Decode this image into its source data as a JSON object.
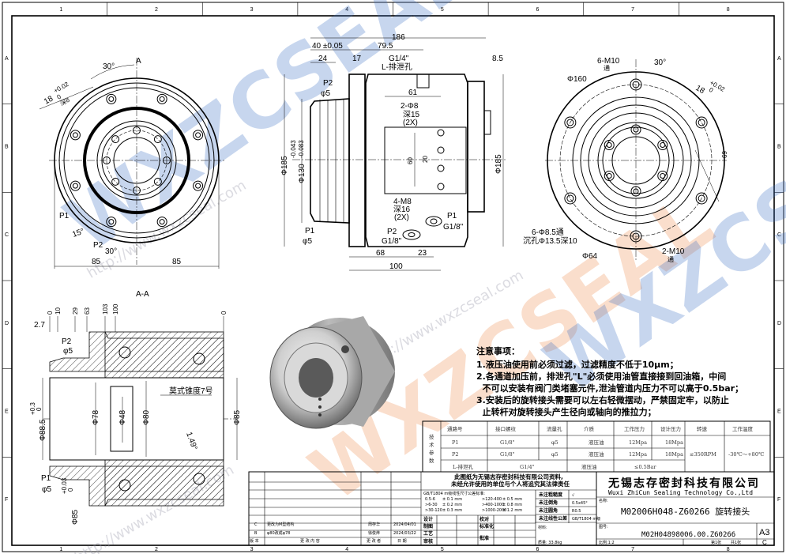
{
  "frame": {
    "column_labels": [
      "1",
      "2",
      "3",
      "4",
      "5",
      "6",
      "7",
      "8"
    ],
    "row_labels": [
      "A",
      "B",
      "C",
      "D",
      "E",
      "F"
    ]
  },
  "watermark": {
    "brand": "WXZCSEAL",
    "url": "http://www.wxzcseal.com",
    "colors": {
      "blue": "#3a6fc4",
      "orange": "#f08a4b"
    }
  },
  "front_view": {
    "section_mark": "A",
    "angle_top": "30°",
    "keyway_width": "18",
    "keyway_tol_upper": "+0.02",
    "keyway_tol_lower": "0",
    "keyway_depth": "深8",
    "port_p1": "P1",
    "port_p2": "P2",
    "angle_15": "15°",
    "angle_30_bottom": "30°",
    "half_width_left": "85",
    "half_width_right": "85"
  },
  "side_view": {
    "overall_length": "186",
    "spigot_len": "40 ±0.05",
    "to_drain": "79.5",
    "groove_w": "24",
    "flange_w": "17",
    "drain_thread": "G1/4\"",
    "drain_label": "L-排泄孔",
    "right_w": "8.5",
    "p2_label": "P2",
    "p2_dia": "φ5",
    "p1_label": "P1",
    "p1_dia": "φ5",
    "dia_left": "Φ185",
    "spigot_dia": "Φ130",
    "spigot_tol_upper": "-0.043",
    "spigot_tol_lower": "-0.083",
    "dia_right": "Φ185",
    "pin_holes": "2-Φ8",
    "pin_depth": "深15",
    "pin_count": "(2X)",
    "hole_span": "61",
    "hole_v60": "60",
    "hole_v20": "20",
    "thread_holes": "4-M8",
    "thread_depth": "深16",
    "thread_count": "(2X)",
    "port1_name": "P1",
    "port1_thread": "G1/8\"",
    "port2_name": "P2",
    "port2_thread": "G1/8\"",
    "dim_68": "68",
    "dim_23": "23",
    "dim_100": "100"
  },
  "right_view": {
    "top_holes": "6-M10",
    "top_holes_note": "通",
    "angle": "30°",
    "pcd": "Φ160",
    "keyway": "18",
    "keyway_tol_upper": "+0.02",
    "keyway_tol_lower": "0",
    "dim_69": "69",
    "cb_holes": "6-Φ8.5通",
    "cb_note": "沉孔Φ13.5深10",
    "inner_pcd": "Φ64",
    "bottom_holes": "2-M10",
    "bottom_holes_note": "通"
  },
  "section": {
    "title": "A-A",
    "stations": [
      "0",
      "10",
      "29",
      "63",
      "103",
      "100",
      "0"
    ],
    "dim_27": "2.7",
    "p2_label": "P2",
    "p2_dia": "φ5",
    "p1_label": "P1",
    "p1_dia": "φ5",
    "bore_left": "Φ88.5",
    "bore_left_tol_upper": "+0.3",
    "bore_left_tol_lower": "0",
    "d78": "Φ78",
    "d48": "Φ48",
    "d80": "Φ80",
    "d85": "Φ85",
    "d85_bottom": "Φ85",
    "d85_tol_upper": "+0.03",
    "d85_tol_lower": "0",
    "taper": "莫式锥度7号",
    "angle": "1.49°"
  },
  "notes": {
    "title": "注意事项：",
    "lines": [
      "1.液压油使用前必须过滤，过滤精度不低于10μm；",
      "2.各通道加压前，排泄孔\"L\"必须使用油管直接接到回油箱，中间",
      "  不可以安装有阀门类堵塞元件,泄油管道内压力不可以高于0.5bar；",
      "3.安装后的旋转接头需要可以左右轻微摆动，严禁固定牢，以防止",
      "  止转杆对旋转接头产生径向或轴向的推拉力；"
    ]
  },
  "tech_table": {
    "side_label": [
      "技",
      "术",
      "参",
      "数"
    ],
    "headers": [
      "通路号",
      "接口螺纹",
      "流量孔",
      "介质",
      "工作压力",
      "设计压力",
      "转速",
      "工作温度"
    ],
    "rows": [
      [
        "P1",
        "G1/8\"",
        "φ5",
        "液压油",
        "12Mpa",
        "18Mpa"
      ],
      [
        "P2",
        "G1/8\"",
        "φ5",
        "液压油",
        "12Mpa",
        "18Mpa"
      ]
    ],
    "speed": "≤350RPM",
    "temperature": "-30℃～+80℃",
    "drain_row": {
      "name": "L-排泄孔",
      "thread": "G1/4\"",
      "medium": "液压油",
      "pressure": "≤0.5Bar"
    }
  },
  "title_block": {
    "copyright": [
      "此图纸为无锡志存密封科技有限公司资料,",
      "未经允许使用的单位与个人将追究其法律责任"
    ],
    "tolerance_title": "GB/T1804 m级线性尺寸公差标准:",
    "tolerances": [
      [
        "0.5-6",
        "± 0.1 mm",
        ">120-400",
        "± 0.5 mm"
      ],
      [
        ">6-30",
        "± 0.2 mm",
        ">400-1000",
        "± 0.8 mm"
      ],
      [
        ">30-120",
        "± 0.3 mm",
        ">1000-2000",
        "± 1.2 mm"
      ]
    ],
    "unspecified": [
      {
        "label": "未注粗糙度",
        "value": "√"
      },
      {
        "label": "未注倒角",
        "value": "0.5x45°"
      },
      {
        "label": "未注圆角",
        "value": "R0.5"
      },
      {
        "label": "未注线性公差",
        "value": "GB/T1804 m级"
      }
    ],
    "roles": {
      "design": "设计",
      "check": "校对",
      "draw": "制图",
      "standard": "标准化",
      "process": "工艺",
      "approve": "批准",
      "review": "审核"
    },
    "material_label": "材料:",
    "weight": "质量: 33.8kg",
    "revisions": [
      {
        "rev": "C",
        "content": "更改为M型结构",
        "by": "周存华",
        "date": "2024/04/01"
      },
      {
        "rev": "B",
        "content": "φ80改成φ78",
        "by": "徐俊烨",
        "date": "2024/03/22"
      }
    ],
    "rev_headers": {
      "rev": "版 本",
      "content": "更 改 内 容",
      "by": "更 改 者",
      "date": "日 期"
    },
    "company_cn": "无锡志存密封科技有限公司",
    "company_en": "Wuxi ZhiCun Sealing Technology Co.,Ltd",
    "name_label": "名称:",
    "part_name": "M02006H048-Z60266 旋转接头",
    "no_label": "图号:",
    "drawing_no": "M02H04898006.00.Z60266",
    "size": "A3",
    "revision": "C",
    "scale": "比例:1:2",
    "sheet": "第1张",
    "total": "共1张"
  }
}
